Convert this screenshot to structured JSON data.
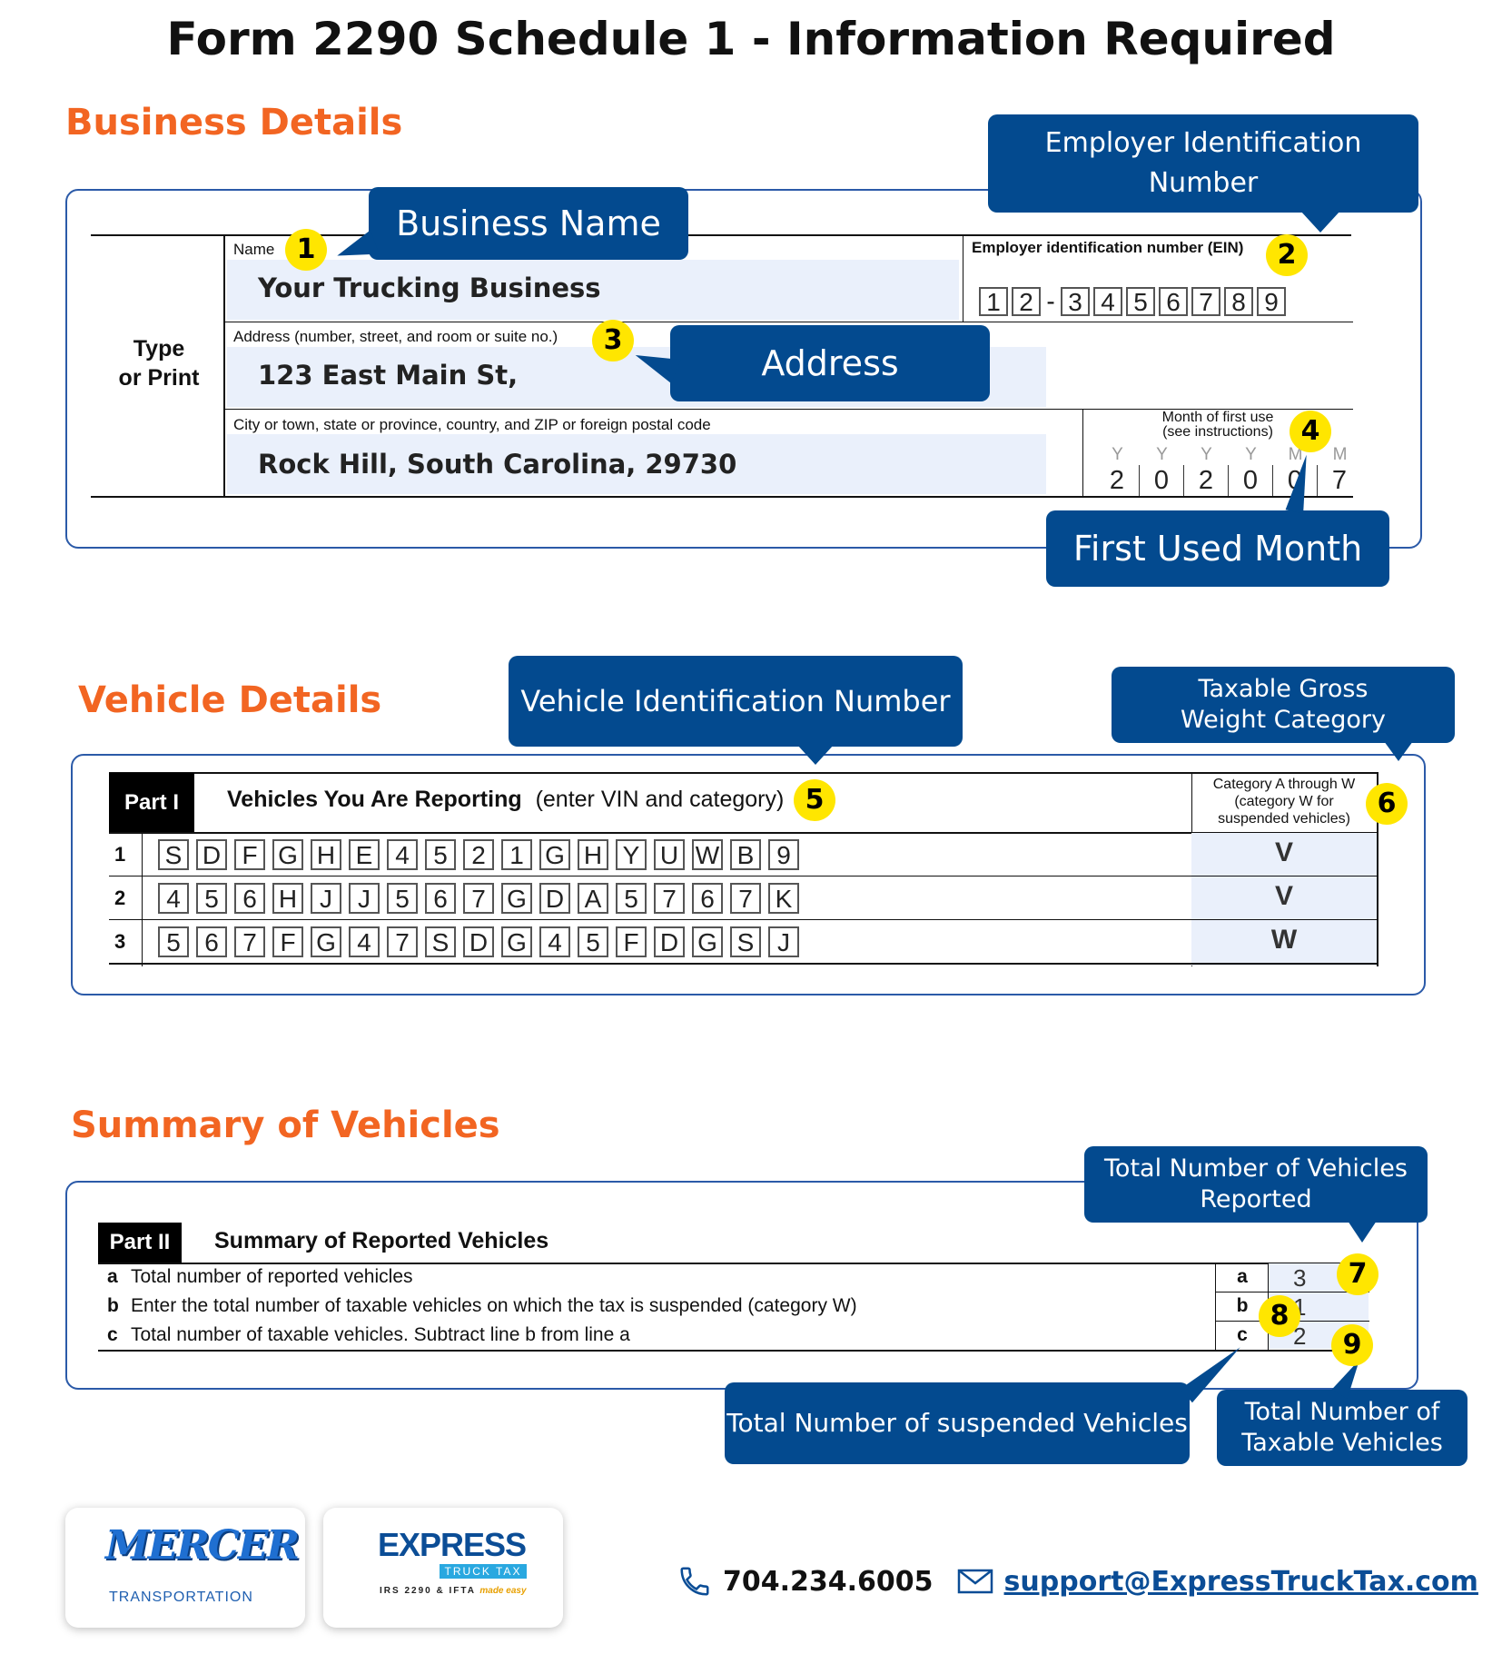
{
  "page_title": "Form 2290 Schedule 1 - Information Required",
  "sections": {
    "business": "Business Details",
    "vehicle": "Vehicle Details",
    "summary": "Summary of Vehicles"
  },
  "business": {
    "type_print": [
      "Type",
      "or Print"
    ],
    "name_label": "Name",
    "name_value": "Your Trucking Business",
    "ein_label": "Employer identification number (EIN)",
    "ein_digits": [
      "1",
      "2",
      "-",
      "3",
      "4",
      "5",
      "6",
      "7",
      "8",
      "9"
    ],
    "address_label": "Address (number, street, and room or suite no.)",
    "address_value": "123 East Main St,",
    "city_label": "City or town, state or province, country, and ZIP or foreign postal code",
    "city_value": "Rock Hill, South Carolina, 29730",
    "month_label_1": "Month of first use",
    "month_label_2": "(see instructions)",
    "month_headers": [
      "Y",
      "Y",
      "Y",
      "Y",
      "M",
      "M"
    ],
    "month_digits": [
      "2",
      "0",
      "2",
      "0",
      "0",
      "7"
    ]
  },
  "vehicle": {
    "part_tag": "Part I",
    "part_title": "Vehicles You Are Reporting",
    "part_subtitle": "(enter VIN and category)",
    "category_header": [
      "Category A through W",
      "(category W for",
      "suspended vehicles)"
    ],
    "rows": [
      {
        "num": "1",
        "vin": [
          "S",
          "D",
          "F",
          "G",
          "H",
          "E",
          "4",
          "5",
          "2",
          "1",
          "G",
          "H",
          "Y",
          "U",
          "W",
          "B",
          "9"
        ],
        "category": "V"
      },
      {
        "num": "2",
        "vin": [
          "4",
          "5",
          "6",
          "H",
          "J",
          "J",
          "5",
          "6",
          "7",
          "G",
          "D",
          "A",
          "5",
          "7",
          "6",
          "7",
          "K"
        ],
        "category": "V"
      },
      {
        "num": "3",
        "vin": [
          "5",
          "6",
          "7",
          "F",
          "G",
          "4",
          "7",
          "S",
          "D",
          "G",
          "4",
          "5",
          "F",
          "D",
          "G",
          "S",
          "J"
        ],
        "category": "W"
      }
    ]
  },
  "summary": {
    "part_tag": "Part II",
    "part_title": "Summary of Reported Vehicles",
    "lines": [
      {
        "letter": "a",
        "text": "Total number of reported vehicles",
        "value": "3"
      },
      {
        "letter": "b",
        "text": "Enter the total number of taxable vehicles on which the tax is suspended (category W)",
        "value": "1"
      },
      {
        "letter": "c",
        "text": "Total number of taxable vehicles. Subtract line b from line a",
        "value": "2"
      }
    ]
  },
  "callouts": {
    "business_name": "Business Name",
    "ein": [
      "Employer Identification",
      "Number"
    ],
    "address": "Address",
    "first_used_month": "First Used Month",
    "vin": "Vehicle Identification Number",
    "weight": [
      "Taxable Gross",
      "Weight Category"
    ],
    "total_reported": [
      "Total Number of Vehicles",
      "Reported"
    ],
    "suspended": "Total Number of suspended Vehicles",
    "taxable": [
      "Total Number of",
      "Taxable Vehicles"
    ]
  },
  "badges": [
    "1",
    "2",
    "3",
    "4",
    "5",
    "6",
    "7",
    "8",
    "9"
  ],
  "footer": {
    "mercer_logo": "MERCER",
    "mercer_sub": "TRANSPORTATION",
    "express_logo": "EXPRESS",
    "express_band": "TRUCK TAX",
    "express_tagline": "IRS 2290 & IFTA",
    "express_tagline_2": "made easy",
    "phone": "704.234.6005",
    "email": "support@ExpressTruckTax.com",
    "brand_blue": "#034a8f",
    "accent_orange": "#f26522",
    "badge_yellow": "#ffe600"
  }
}
